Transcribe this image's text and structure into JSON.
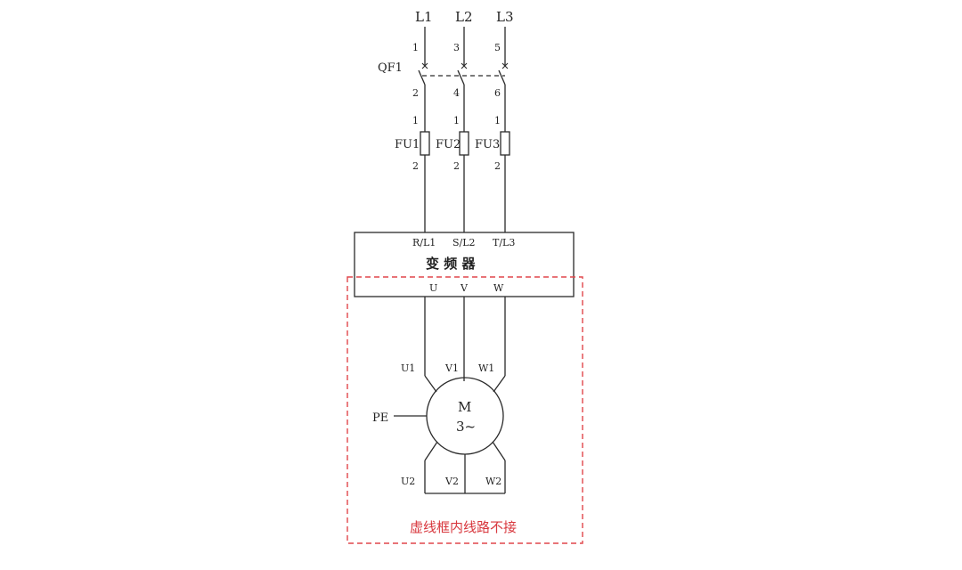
{
  "phases": [
    "L1",
    "L2",
    "L3"
  ],
  "breaker": {
    "label": "QF1",
    "top_terminals": [
      "1",
      "3",
      "5"
    ],
    "bottom_terminals": [
      "2",
      "4",
      "6"
    ]
  },
  "fuses": {
    "labels": [
      "FU1",
      "FU2",
      "FU3"
    ],
    "top_terminal": "1",
    "bottom_terminal": "2"
  },
  "vfd": {
    "title": "变 频 器",
    "inputs": [
      "R/L1",
      "S/L2",
      "T/L3"
    ],
    "outputs": [
      "U",
      "V",
      "W"
    ]
  },
  "motor": {
    "label": "M",
    "subtitle": "3~",
    "top_terminals": [
      "U1",
      "V1",
      "W1"
    ],
    "bottom_terminals": [
      "U2",
      "V2",
      "W2"
    ],
    "pe_label": "PE"
  },
  "note": "虚线框内线路不接",
  "colors": {
    "line": "#2a2a2a",
    "dashed_box": "#e0464b",
    "note_text": "#d8383e"
  }
}
